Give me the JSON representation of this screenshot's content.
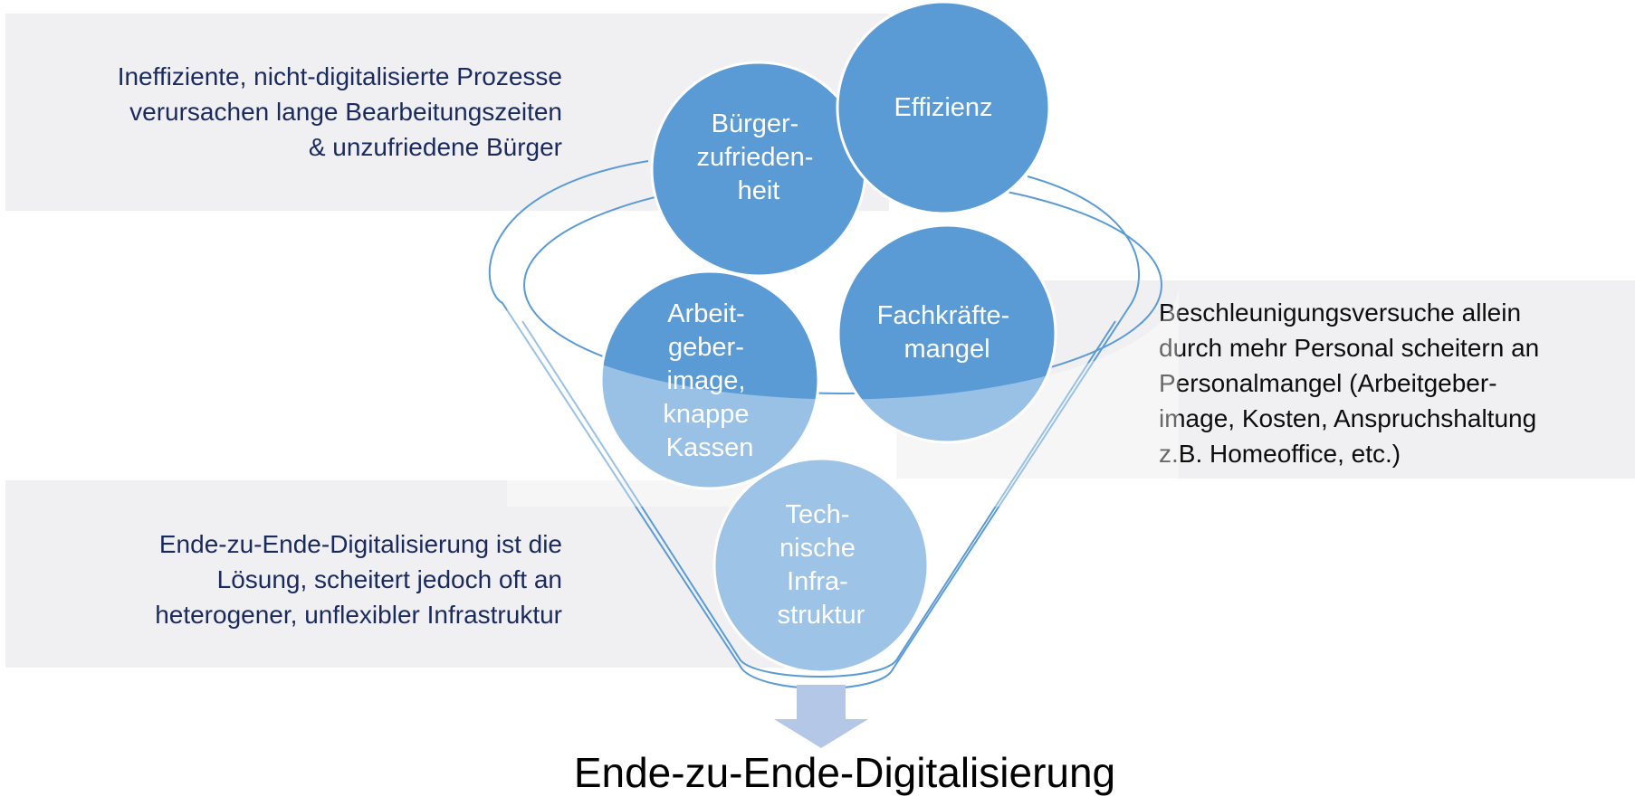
{
  "panels": {
    "top": {
      "lines": [
        "Ineffiziente, nicht-digitalisierte Prozesse",
        "verursachen lange Bearbeitungszeiten",
        "& unzufriedene Bürger"
      ]
    },
    "right": {
      "lines": [
        "Beschleunigungsversuche allein",
        "durch mehr Personal scheitern an",
        "Personalmangel (Arbeitgeber-",
        "image, Kosten, Anspruchshaltung",
        "z.B. Homeoffice, etc.)"
      ]
    },
    "bottom": {
      "lines": [
        "Ende-zu-Ende-Digitalisierung ist die",
        "Lösung, scheitert jedoch oft an",
        "heterogener, unflexibler Infrastruktur"
      ]
    }
  },
  "funnel": {
    "circles": [
      {
        "label_lines": [
          "Bürger-",
          "zufrieden-",
          "heit"
        ],
        "color": "#5b9bd5"
      },
      {
        "label_lines": [
          "Effizienz"
        ],
        "color": "#5b9bd5"
      },
      {
        "label_lines": [
          "Arbeit-",
          "geber-",
          "image,",
          "knappe",
          "Kassen"
        ],
        "color": "#5b9bd5"
      },
      {
        "label_lines": [
          "Fachkräfte-",
          "mangel"
        ],
        "color": "#5b9bd5"
      },
      {
        "label_lines": [
          "Tech-",
          "nische",
          "Infra-",
          "struktur"
        ],
        "color": "#9dc3e6"
      }
    ],
    "outline_color": "#5b9bd5",
    "arrow_color": "#b4c7e7"
  },
  "result": {
    "title": "Ende-zu-Ende-Digitalisierung"
  }
}
